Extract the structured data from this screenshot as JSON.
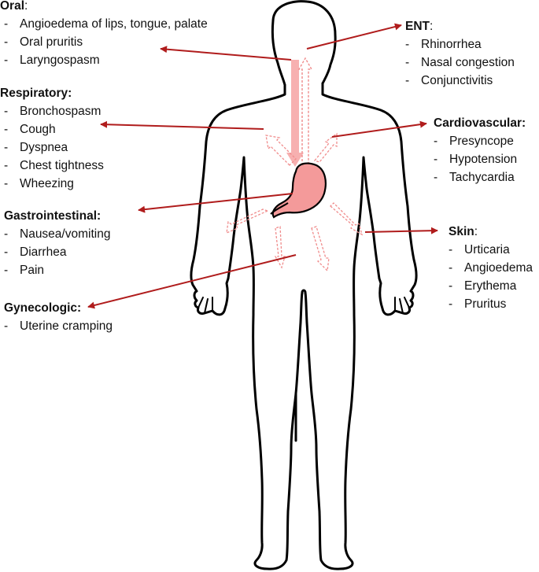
{
  "colors": {
    "arrow": "#b01c1c",
    "stomach_fill": "#f49a9a",
    "esophagus_fill": "#f7b0b0",
    "dashed_arrow": "#f08c8c",
    "outline": "#000000"
  },
  "groups": {
    "oral": {
      "heading": "Oral",
      "suffix": ":",
      "items": [
        "Angioedema of lips, tongue, palate",
        "Oral pruritis",
        "Laryngospasm"
      ]
    },
    "ent": {
      "heading": "ENT",
      "suffix": ":",
      "items": [
        "Rhinorrhea",
        "Nasal congestion",
        "Conjunctivitis"
      ]
    },
    "respiratory": {
      "heading": "Respiratory:",
      "suffix": "",
      "items": [
        "Bronchospasm",
        "Cough",
        "Dyspnea",
        "Chest tightness",
        "Wheezing"
      ]
    },
    "cardiovascular": {
      "heading": "Cardiovascular:",
      "suffix": "",
      "items": [
        "Presyncope",
        "Hypotension",
        "Tachycardia"
      ]
    },
    "gastrointestinal": {
      "heading": "Gastrointestinal:",
      "suffix": "",
      "items": [
        "Nausea/vomiting",
        "Diarrhea",
        "Pain"
      ]
    },
    "skin": {
      "heading": "Skin",
      "suffix": ":",
      "items": [
        "Urticaria",
        "Angioedema",
        "Erythema",
        "Pruritus"
      ]
    },
    "gynecologic": {
      "heading": "Gynecologic:",
      "suffix": "",
      "items": [
        "Uterine cramping"
      ]
    }
  },
  "dash": "-"
}
